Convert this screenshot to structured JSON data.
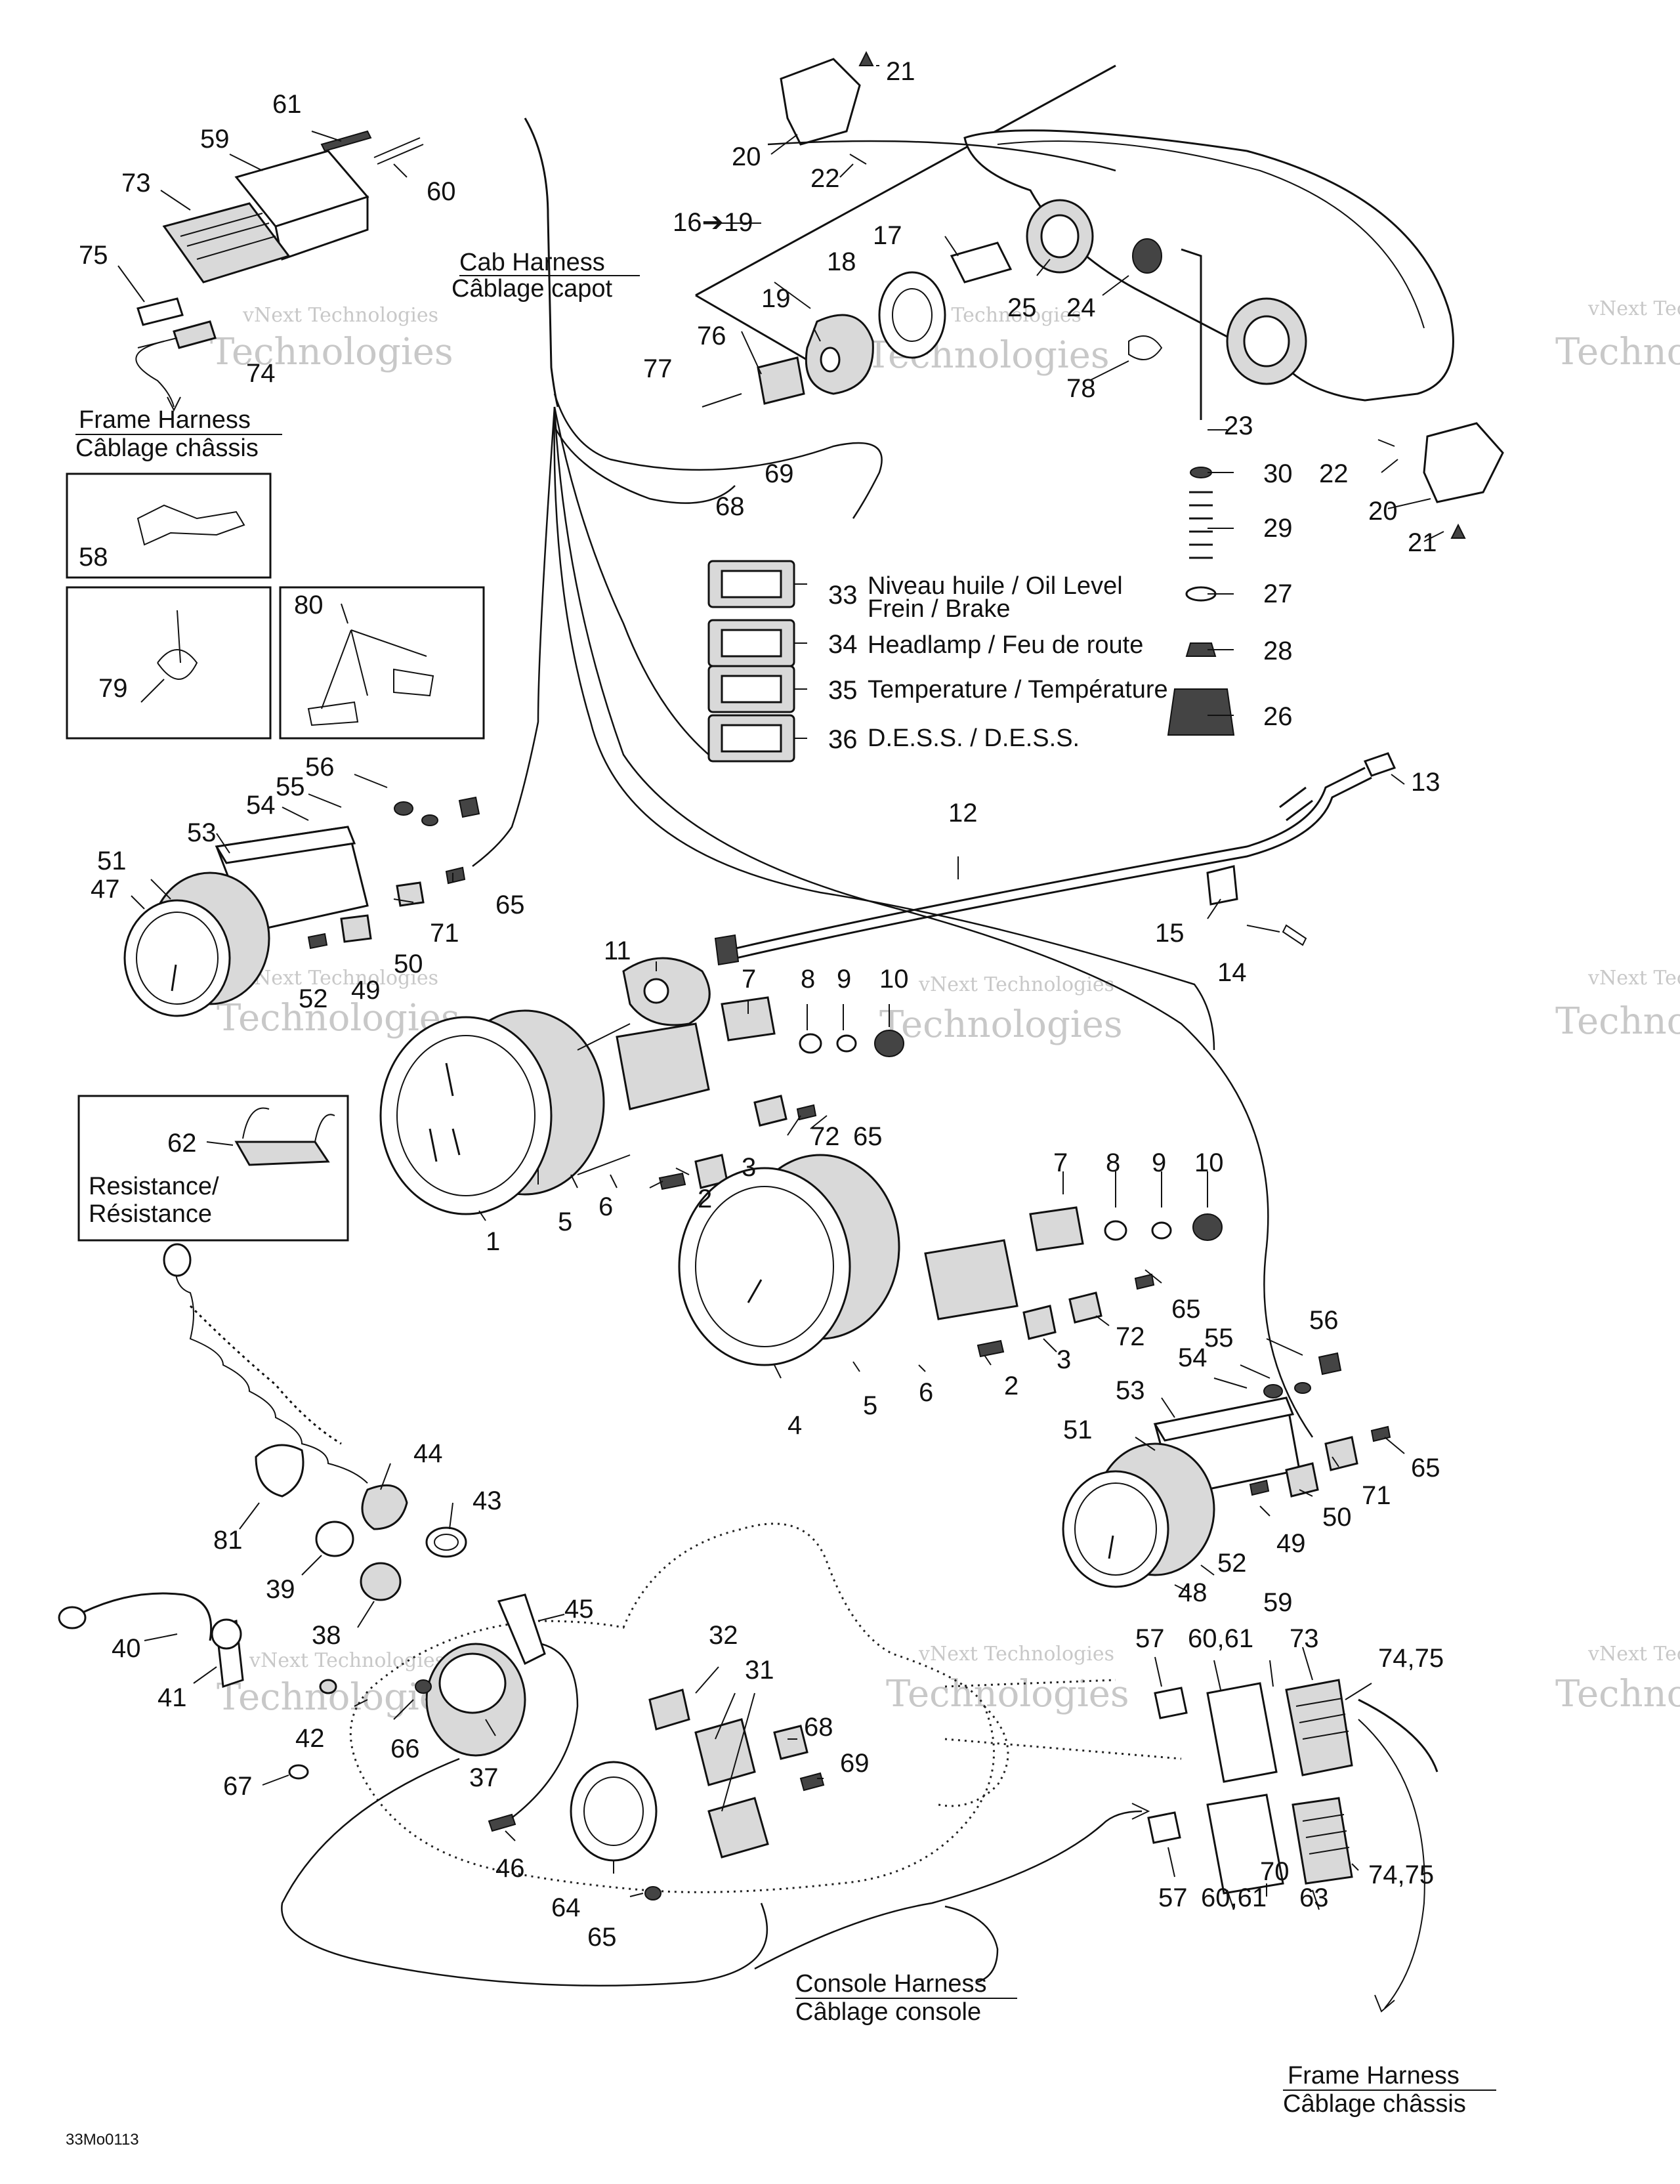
{
  "figure_id": "33Mo0113",
  "watermark": {
    "line1": "vNext Technologies",
    "line2": "Technologies"
  },
  "harness_labels": {
    "cab": {
      "line1": "Cab Harness",
      "line2": "Câblage capot"
    },
    "frame_top": {
      "line1": "Frame Harness",
      "line2": "Câblage châssis"
    },
    "frame_bottom": {
      "line1": "Frame Harness",
      "line2": "Câblage châssis"
    },
    "console": {
      "line1": "Console Harness",
      "line2": "Câblage console"
    }
  },
  "resistance_label": {
    "line1": "Resistance/",
    "line2": "Résistance"
  },
  "indicator_lights": [
    {
      "number": "33",
      "line1": "Niveau huile / Oil Level",
      "line2": "Frein / Brake"
    },
    {
      "number": "34",
      "line1": "Headlamp / Feu de route"
    },
    {
      "number": "35",
      "line1": "Temperature / Température"
    },
    {
      "number": "36",
      "line1": "D.E.S.S. / D.E.S.S."
    }
  ],
  "callouts": {
    "c1": "1",
    "c2a": "2",
    "c2b": "2",
    "c3a": "3",
    "c3b": "3",
    "c4": "4",
    "c5a": "5",
    "c5b": "5",
    "c6a": "6",
    "c6b": "6",
    "c7a": "7",
    "c7b": "7",
    "c8a": "8",
    "c8b": "8",
    "c9a": "9",
    "c9b": "9",
    "c10a": "10",
    "c10b": "10",
    "c11": "11",
    "c12": "12",
    "c13": "13",
    "c14": "14",
    "c15": "15",
    "c16": "16➔19",
    "c17": "17",
    "c18": "18",
    "c19": "19",
    "c20a": "20",
    "c20b": "20",
    "c21a": "21",
    "c21b": "21",
    "c22a": "22",
    "c22b": "22",
    "c23": "23",
    "c24": "24",
    "c25": "25",
    "c26": "26",
    "c27": "27",
    "c28": "28",
    "c29": "29",
    "c30": "30",
    "c31": "31",
    "c32": "32",
    "c37": "37",
    "c38": "38",
    "c39": "39",
    "c40": "40",
    "c41": "41",
    "c42": "42",
    "c43": "43",
    "c44": "44",
    "c45": "45",
    "c46": "46",
    "c47": "47",
    "c48": "48",
    "c49a": "49",
    "c49b": "49",
    "c50a": "50",
    "c50b": "50",
    "c51a": "51",
    "c51b": "51",
    "c52a": "52",
    "c52b": "52",
    "c53a": "53",
    "c53b": "53",
    "c54a": "54",
    "c54b": "54",
    "c55a": "55",
    "c55b": "55",
    "c56a": "56",
    "c56b": "56",
    "c57a": "57",
    "c57b": "57",
    "c58": "58",
    "c59a": "59",
    "c59b": "59",
    "c60a": "60",
    "c60b": "60,61",
    "c60c": "60,61",
    "c61": "61",
    "c62": "62",
    "c63": "63",
    "c64": "64",
    "c65a": "65",
    "c65b": "65",
    "c65c": "65",
    "c65d": "65",
    "c65e": "65",
    "c66": "66",
    "c67": "67",
    "c68a": "68",
    "c68b": "68",
    "c69a": "69",
    "c69b": "69",
    "c70": "70",
    "c71a": "71",
    "c71b": "71",
    "c72a": "72",
    "c72b": "72",
    "c73a": "73",
    "c73b": "73",
    "c74a": "74",
    "c74b": "74,75",
    "c74c": "74,75",
    "c75": "75",
    "c76": "76",
    "c77": "77",
    "c78": "78",
    "c79": "79",
    "c80": "80",
    "c81": "81"
  }
}
